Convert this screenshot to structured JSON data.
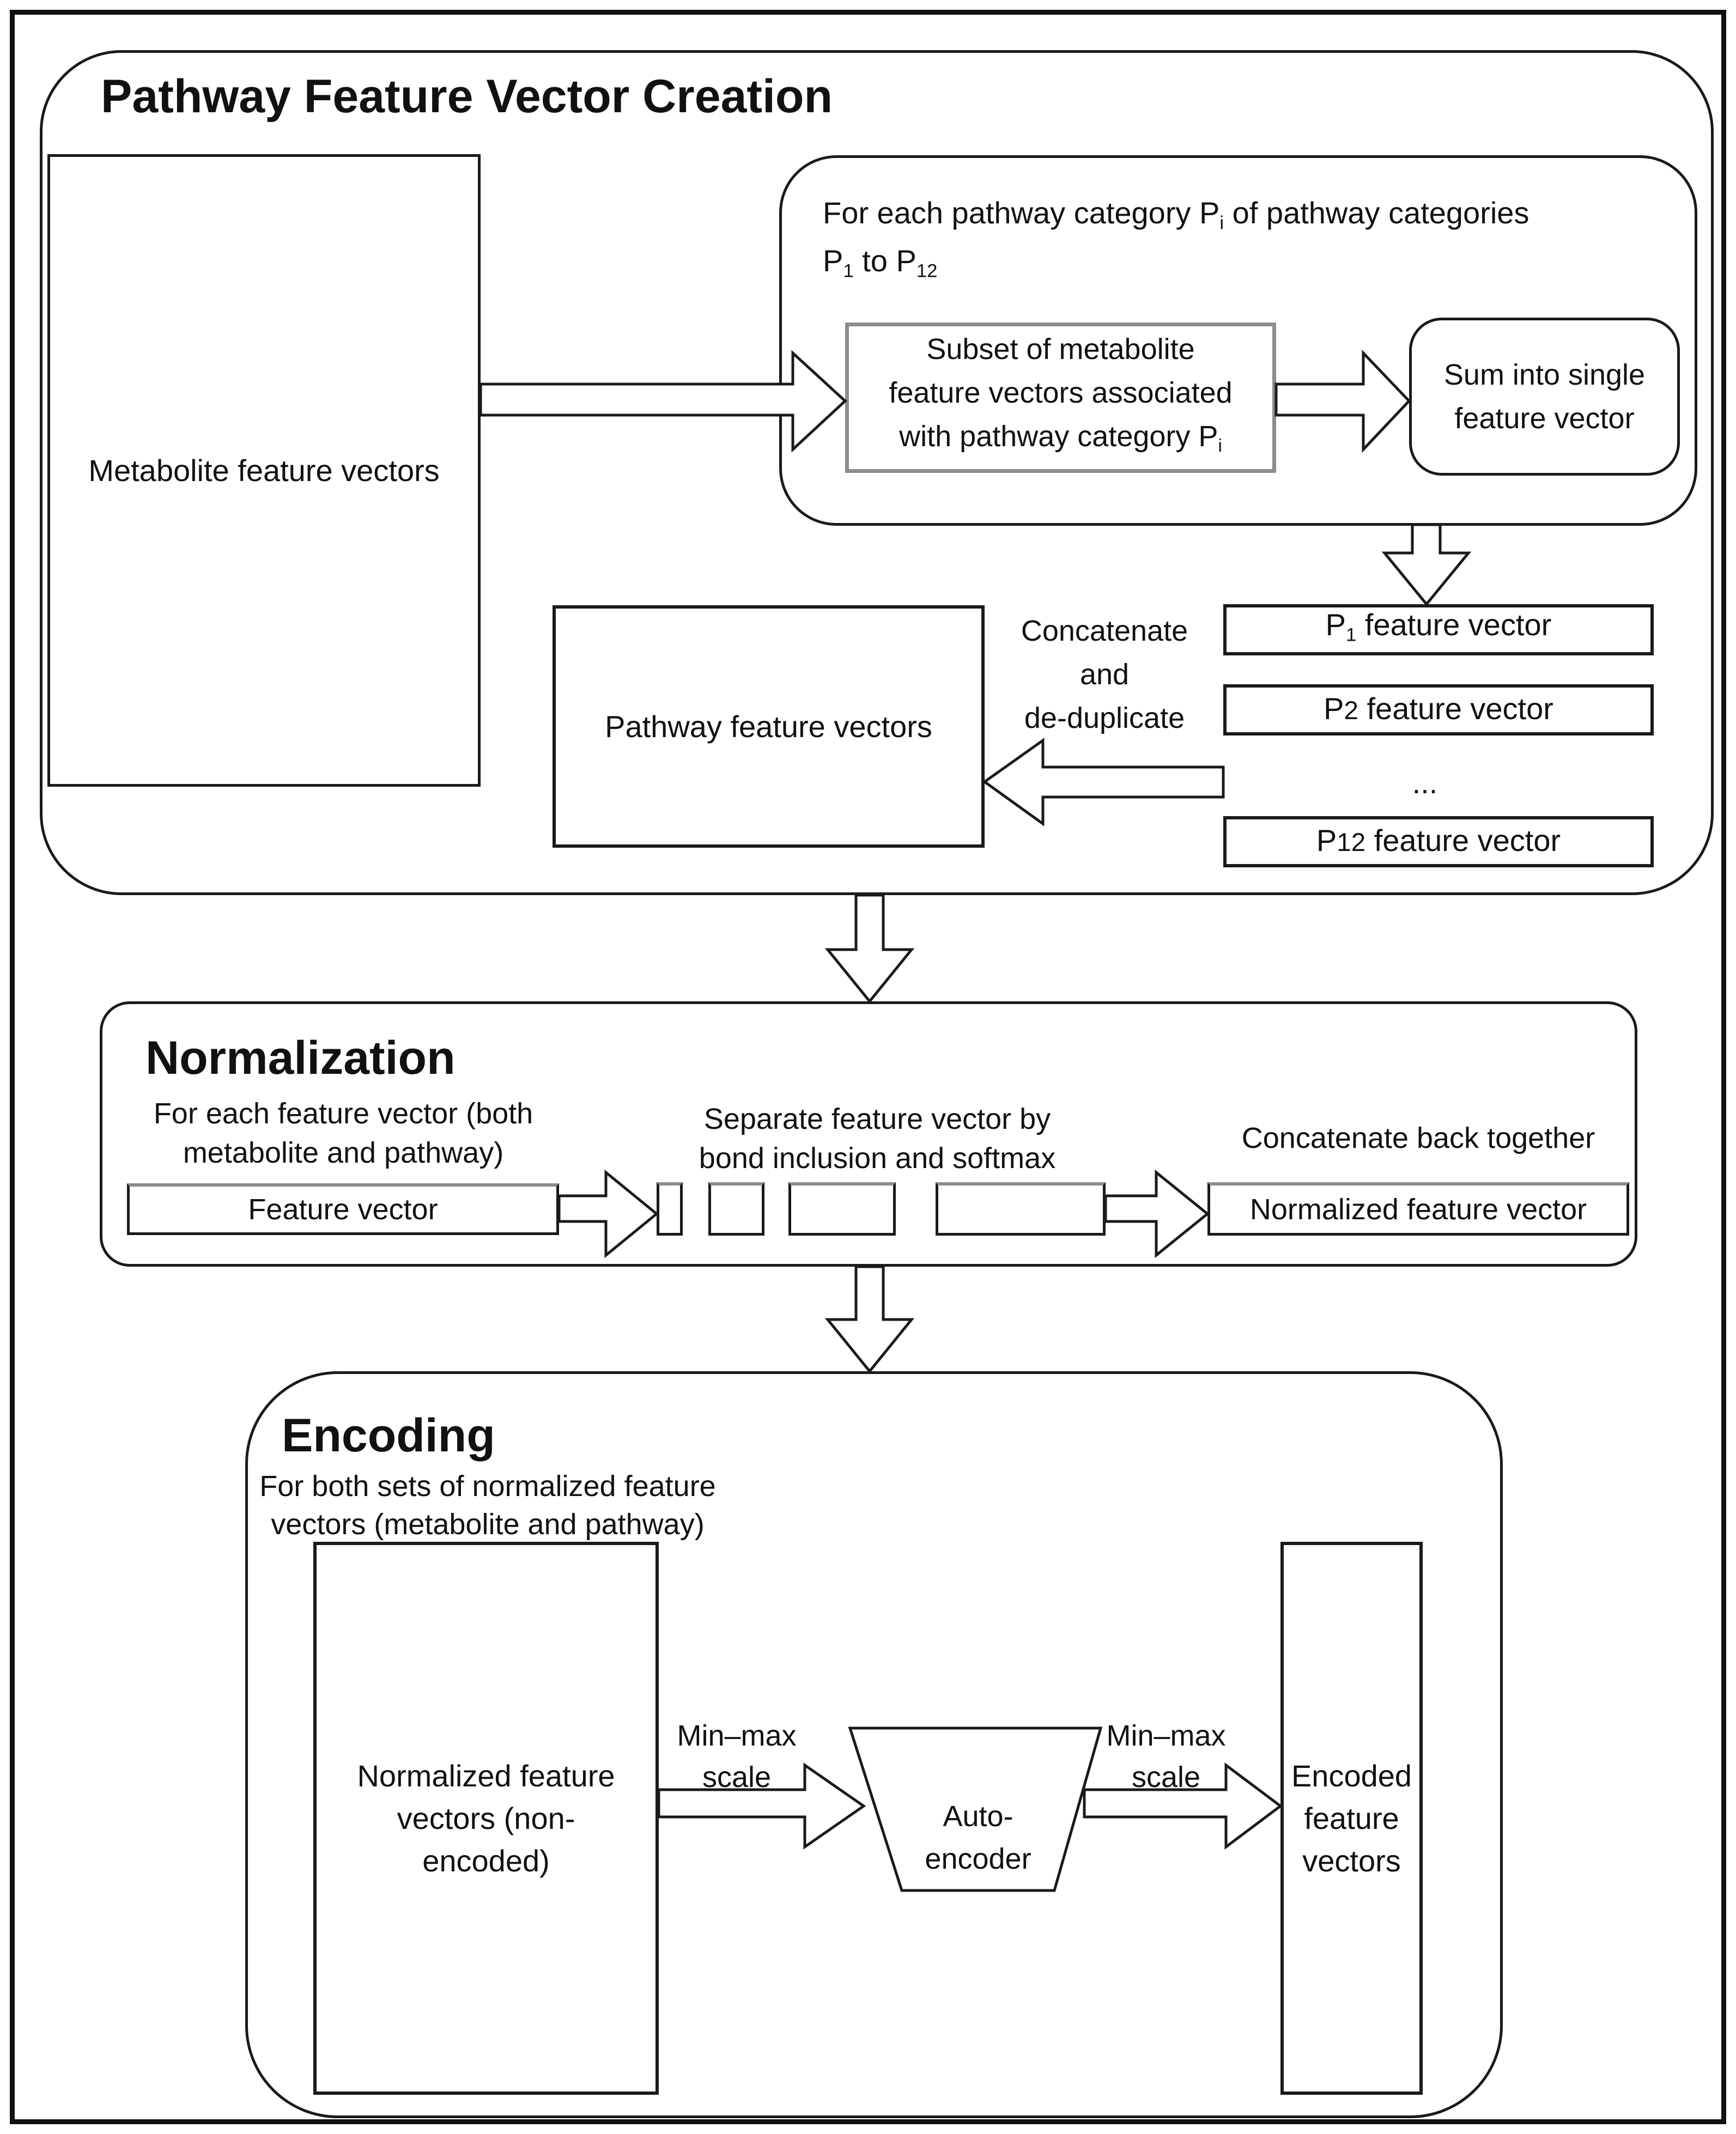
{
  "pathway": {
    "title": "Pathway Feature Vector Creation",
    "metabolite_label": "Metabolite feature vectors",
    "loop": {
      "line1_pre": "For each pathway category P",
      "line1_sub": "i",
      "line1_post": " of pathway categories",
      "line2_p": "P",
      "line2_sub1": "1",
      "line2_mid": " to P",
      "line2_sub2": "12"
    },
    "subset": {
      "line1": "Subset of metabolite",
      "line2": "feature vectors associated",
      "line3_pre": "with pathway category P",
      "line3_sub": "i"
    },
    "sum": {
      "line1": "Sum into single",
      "line2": "feature vector"
    },
    "pathway_vectors_label": "Pathway feature vectors",
    "concat": {
      "line1": "Concatenate",
      "line2": "and",
      "line3": "de-duplicate"
    },
    "p1": {
      "p": "P",
      "sub": "1",
      "rest": " feature vector"
    },
    "p2": {
      "p": "P",
      "sub": "2",
      "rest": " feature vector"
    },
    "p12": {
      "p": "P",
      "sub": "12",
      "rest": " feature vector"
    },
    "ellipsis": "..."
  },
  "normalization": {
    "title": "Normalization",
    "left_header_line1": "For each feature vector (both",
    "left_header_line2": "metabolite and pathway)",
    "feature_vector_label": "Feature vector",
    "middle_header_line1": "Separate feature vector by",
    "middle_header_line2": "bond inclusion and softmax",
    "right_header": "Concatenate back together",
    "normalized_label": "Normalized feature vector"
  },
  "encoding": {
    "title": "Encoding",
    "header_line1": "For both sets of normalized feature",
    "header_line2": "vectors (metabolite and pathway)",
    "input_line1": "Normalized feature",
    "input_line2": "vectors (non-",
    "input_line3": "encoded)",
    "minmax_left_line1": "Min–max",
    "minmax_left_line2": "scale",
    "auto_line1": "Auto-",
    "auto_line2": "encoder",
    "minmax_right_line1": "Min–max",
    "minmax_right_line2": "scale",
    "output_line1": "Encoded",
    "output_line2": "feature",
    "output_line3": "vectors"
  },
  "colors": {
    "ink": "#1a1a1a",
    "gray_border": "#8c8c8c",
    "background": "#ffffff"
  }
}
